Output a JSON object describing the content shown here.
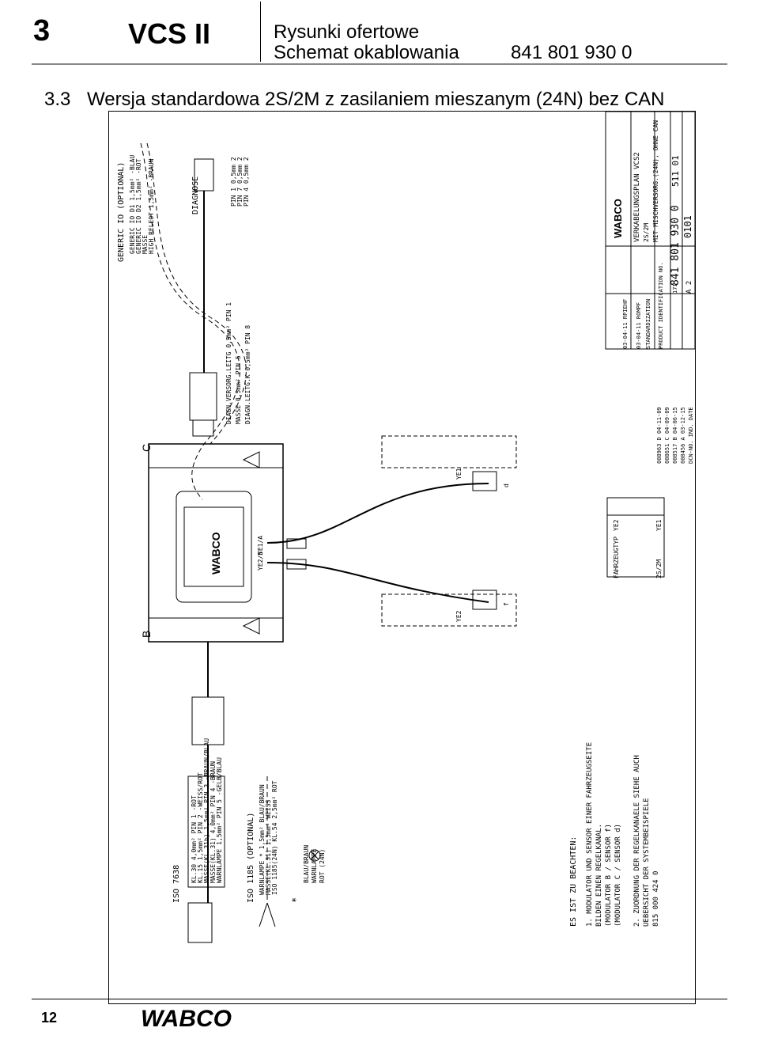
{
  "header": {
    "section_number": "3",
    "product": "VCS II",
    "title_line1": "Rysunki ofertowe",
    "title_line2": "Schemat okablowania",
    "part_number": "841 801 930 0"
  },
  "subtitle": {
    "number": "3.3",
    "text": "Wersja standardowa 2S/2M z zasilaniem mieszanym (24N) bez CAN"
  },
  "drawing": {
    "generic_io": {
      "title": "GENERIC IO (OPTIONAL)",
      "lines": [
        "GENERIC IO D1 1,5mm² -BLAU",
        "GENERIC IO D2 1,5mm² -ROT",
        "MASSE",
        "HIGH RELEOT 1,5mm² -BRAUN"
      ]
    },
    "diagnose": {
      "title": "DIAGNOSE",
      "pins": [
        "PIN 1  0,5mm 2",
        "PIN 7  0,5mm 2",
        "PIN 4  0,5mm 2"
      ],
      "wires": [
        "DIAGN.VERSORG.LEITG 0,5mm² PIN 1",
        "MASSE 0,5mm² PIN 5",
        "DIAGN.LEITG.K 0,5mm² PIN 8"
      ]
    },
    "labels": {
      "b": "B",
      "c": "C",
      "ye1": "YE1",
      "ye2": "YE2",
      "ye2b": "YE2/B",
      "ye1a": "YE1/A",
      "d": "d",
      "f": "f",
      "wabco": "WABCO"
    },
    "vehicle_type": {
      "title": "FAHRZEUGTYP",
      "config": "2S/2M",
      "ye2": "YE2",
      "ye1": "YE1"
    },
    "iso7638": {
      "title": "ISO 7638",
      "lines": [
        "KL.30 4,0mm² PIN 1 -ROT",
        "KL.15 1,5mm² PIN 2 -WEISS/ROT",
        "MASSE(KL.31b) 1,5mm² PIN 3 -BRAUN/BLAU",
        "MASSE(KL.31) 4,0mm² PIN 4 -BRAUN",
        "WARNLAMPE 1,5mm² PIN 5 -GELB/BLAU"
      ]
    },
    "iso1185": {
      "title": "ISO 1185 (OPTIONAL)",
      "lines": [
        "WARNLAMPE * 1,5mm² BLAU/BRAUN",
        "MASSE(KL.31) 1,5mm² WEISS",
        "ISO 1185(24N) KL.54 2,5mm² ROT"
      ]
    },
    "warn_legend": {
      "star": "*",
      "lines": [
        "BLAU/BRAUN",
        "WARNLAMPE",
        "ROT (24N)"
      ]
    },
    "notes": {
      "title": "ES IST ZU BEACHTEN:",
      "lines": [
        "1. MODULATOR UND SENSOR EINER FAHRZEUGSEITE",
        "   BILDEN EINEN REGELKANAL.",
        "   (MODULATOR B / SENSOR f)",
        "   (MODULATOR C / SENSOR d)",
        "2. ZUORDNUNG DER REGELKANAELE SIEHE AUCH",
        "   UEBERSICHT DER SYSTEMBEISPIELE",
        "   815 000 424 0"
      ]
    },
    "title_block": {
      "logo": "WABCO",
      "desc_1": "VERKABELUNGSPLAN  VCS2",
      "desc_2": "2S/2M",
      "desc_3": "MIT MISCHVERSORG.(24N), OHNE CAN",
      "number": "841 801 930 0",
      "sheet": "511  01",
      "revision": "0101",
      "size": "A 2",
      "drawn": "03-04-11  RPIEHF",
      "checked": "03-04-11  ROMPF",
      "standardization": "STANDARDIZATION",
      "product_id": "PRODUCT IDENTIFICATION NO.",
      "scale": "171",
      "history": [
        "008963 D 04-11-09",
        "008651 C 04-09-09",
        "008517 B 04-06-15",
        "008456 A 03-12-15"
      ],
      "history_head": "DCN-NO. IND. DATE"
    }
  },
  "footer": {
    "page_number": "12",
    "logo": "WABCO"
  }
}
